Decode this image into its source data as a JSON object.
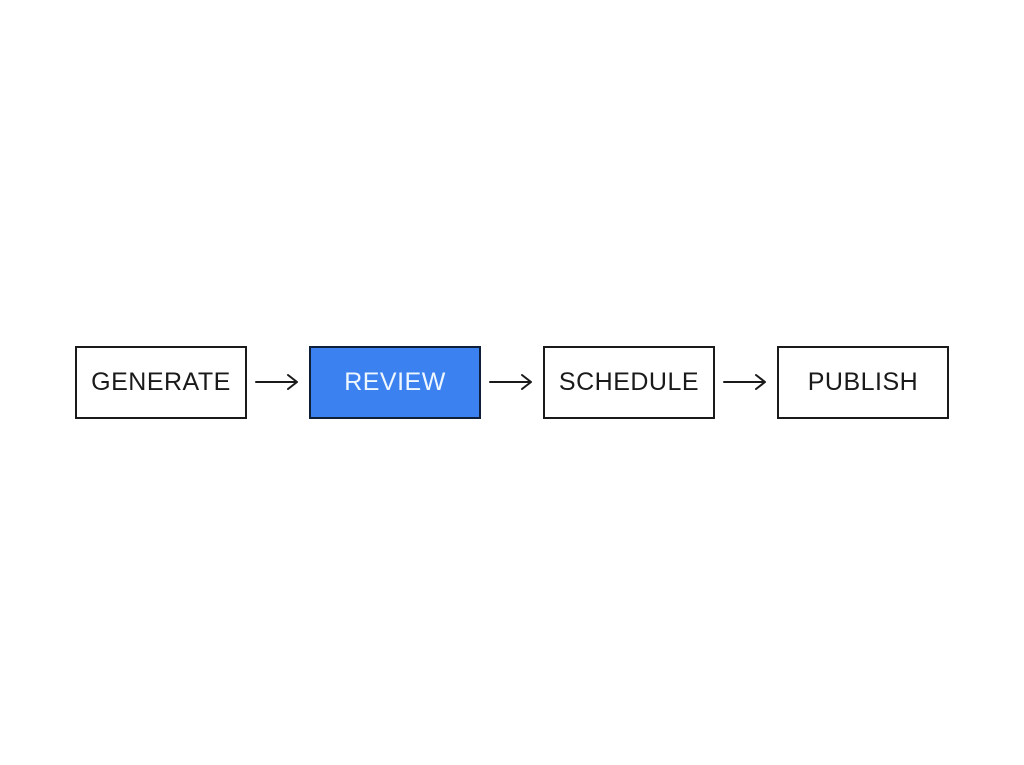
{
  "diagram": {
    "steps": [
      {
        "label": "GENERATE",
        "state": "default"
      },
      {
        "label": "REVIEW",
        "state": "active"
      },
      {
        "label": "SCHEDULE",
        "state": "default"
      },
      {
        "label": "PUBLISH",
        "state": "default"
      }
    ],
    "arrow_icon": "right-arrow",
    "colors": {
      "background": "#ffffff",
      "box_fill": "#ffffff",
      "box_border": "#1a1a1a",
      "box_text": "#1a1a1a",
      "active_fill": "#3b82f0",
      "active_border": "#101f38",
      "active_text": "#eef6ff",
      "arrow": "#1a1a1a"
    }
  }
}
